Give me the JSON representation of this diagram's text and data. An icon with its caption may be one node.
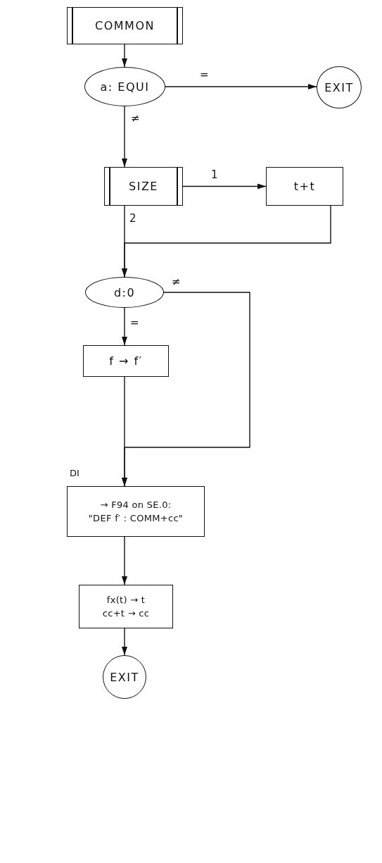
{
  "diagram": {
    "nodes": [
      {
        "text": [
          "COMMON"
        ]
      },
      {
        "text": [
          "a: EQUI"
        ]
      },
      {
        "text": [
          "EXIT"
        ]
      },
      {
        "text": [
          "SIZE"
        ]
      },
      {
        "text": [
          "t+t"
        ]
      },
      {
        "text": [
          "d:0"
        ]
      },
      {
        "text": [
          "f → f′"
        ]
      },
      {
        "text": [
          "→ F94 on SE.0:",
          "\"DEF f′ : COMM+cc\""
        ],
        "beside": [
          "DI"
        ]
      },
      {
        "text": [
          "fx(t) → t",
          "cc+t → cc"
        ]
      },
      {
        "text": [
          "EXIT"
        ]
      }
    ],
    "edges": [
      {
        "from": 0,
        "to": 1,
        "arrow": "to"
      },
      {
        "from": 1,
        "to": 2,
        "arrow": "to",
        "label": "="
      },
      {
        "from": 1,
        "to": 3,
        "arrow": "to",
        "label": "≠"
      },
      {
        "from": 3,
        "to": 4,
        "arrow": "to",
        "label": "1"
      },
      {
        "from": 3,
        "to": 5,
        "arrow": "to",
        "label": "2"
      },
      {
        "from": 4,
        "to": 5,
        "arrow": "to"
      },
      {
        "from": 5,
        "to": 6,
        "arrow": "to",
        "label": "="
      },
      {
        "from": 5,
        "to": 7,
        "arrow": "to",
        "label": "≠"
      },
      {
        "from": 6,
        "to": 7,
        "arrow": "to"
      },
      {
        "from": 7,
        "to": 8,
        "arrow": "to"
      },
      {
        "from": 8,
        "to": 9,
        "arrow": "to"
      }
    ]
  }
}
